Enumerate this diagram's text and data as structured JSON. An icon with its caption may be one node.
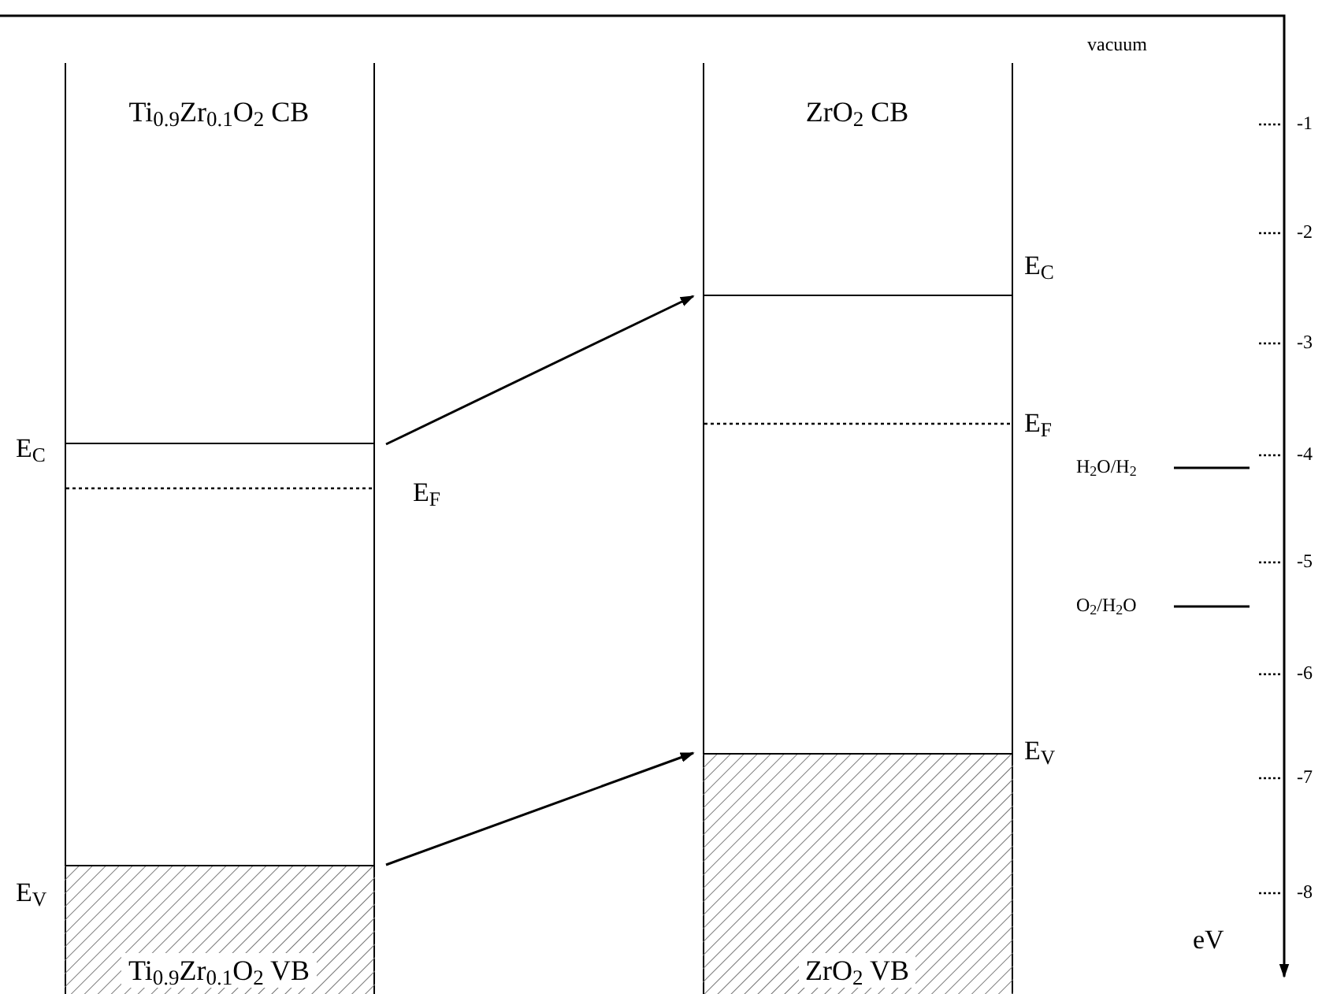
{
  "diagram": {
    "nodes": [
      {
        "text": [],
        "shape": "box"
      },
      {
        "text": [
          "Ti$_{0.9}$Zr$_{0.1}$O$_{2}$ CB"
        ],
        "in": 0
      },
      {
        "text": [
          "Ti$_{0.9}$Zr$_{0.1}$O$_{2}$ VB"
        ],
        "in": 0
      },
      {
        "text": [],
        "shape": "box"
      },
      {
        "text": [
          "ZrO$_{2}$ CB"
        ],
        "in": 3
      },
      {
        "text": [
          "ZrO$_{2}$ VB"
        ],
        "in": 3
      }
    ],
    "edges": [
      {
        "from": 1,
        "to": 4,
        "arrow": "to"
      },
      {
        "from": 2,
        "to": 5,
        "arrow": "to"
      }
    ],
    "labels": [
      "E$_{C}$",
      "E$_{F}$",
      "E$_{V}$",
      "E$_{C}$",
      "E$_{F}$",
      "E$_{V}$",
      "vacuum",
      "-1",
      "-2",
      "-3",
      "-4",
      "-5",
      "-6",
      "-7",
      "-8",
      "H$_{2}$O/H$_{2}$",
      "O$_{2}$/H$_{2}$O",
      "eV"
    ]
  }
}
